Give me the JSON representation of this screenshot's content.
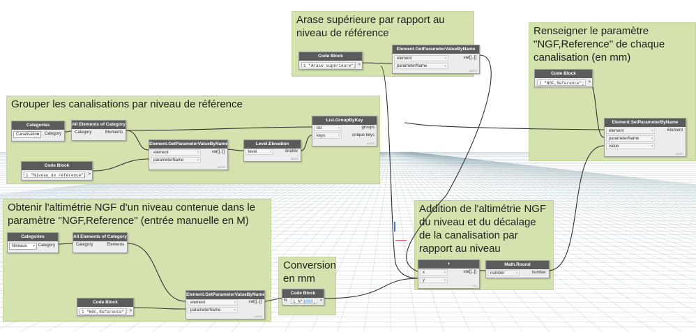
{
  "groups": {
    "arase": "Arase supérieure par rapport au niveau de référence",
    "renseigner": "Renseigner le paramètre \"NGF,Reference\" de chaque canalisation (en mm)",
    "grouper": "Grouper les canalisations par niveau de référence",
    "obtenir": "Obtenir l'altimétrie NGF d'un niveau contenue dans le paramètre \"NGF,Reference\" (entrée manuelle en M)",
    "conversion": "Conversion en mm",
    "addition": "Addition de l'altimétrie NGF du niveau et du décalage de la canalisation par rapport au niveau"
  },
  "nodes": {
    "code_block_arase": {
      "title": "Code Block",
      "line_no": "1",
      "code": "\"Arase supérieure\";",
      "port_out": ">"
    },
    "getparam_arase": {
      "title": "Element.GetParameterValueByName",
      "in1": "element",
      "in2": "parameterName",
      "out": "var[]..[]",
      "auto": "AUTO"
    },
    "code_block_ngf_top": {
      "title": "Code Block",
      "line_no": "1",
      "code": "\"NGF,Reference\";",
      "port_out": ">"
    },
    "setparam": {
      "title": "Element.SetParameterByName",
      "in1": "element",
      "in2": "parameterName",
      "in3": "value",
      "out": "Element",
      "auto": "AUTO"
    },
    "categories_canal": {
      "title": "Categories",
      "dropdown": "Canalisation",
      "out": "Category"
    },
    "all_elements_canal": {
      "title": "All Elements of Category",
      "in1": "Category",
      "out": "Elements"
    },
    "groupbykey": {
      "title": "List.GroupByKey",
      "in1": "list",
      "in2": "keys",
      "out1": "groups",
      "out2": "unique keys",
      "auto": "AUTO"
    },
    "getparam_niveau": {
      "title": "Element.GetParameterValueByName",
      "in1": "element",
      "in2": "parameterName",
      "out": "var[]..[]",
      "auto": "AUTO"
    },
    "level_elevation": {
      "title": "Level.Elevation",
      "in1": "level",
      "out": "double",
      "auto": "AUTO"
    },
    "code_block_niveau": {
      "title": "Code Block",
      "line_no": "1",
      "code": "\"Niveau de référence\";",
      "port_out": ">"
    },
    "categories_niveaux": {
      "title": "Categories",
      "dropdown": "Niveaux",
      "out": "Category"
    },
    "all_elements_niveaux": {
      "title": "All Elements of Category",
      "in1": "Category",
      "out": "Elements"
    },
    "code_block_ngf_bottom": {
      "title": "Code Block",
      "line_no": "1",
      "code": "\"NGF,Reference\";",
      "port_out": ">"
    },
    "getparam_ngf": {
      "title": "Element.GetParameterValueByName",
      "in1": "element",
      "in2": "parameterName",
      "out": "var[]..[]",
      "auto": "AUTO"
    },
    "code_block_conv": {
      "title": "Code Block",
      "in1": "N",
      "line_no": "1",
      "code_prefix": "N*",
      "code_num": "1000",
      "code_suffix": ";",
      "port_out": ">"
    },
    "plus": {
      "title": "+",
      "in1": "x",
      "in2": "y",
      "out": "var[]..[]",
      "auto": "L11"
    },
    "math_round": {
      "title": "Math.Round",
      "in1": "number",
      "out": "number"
    }
  }
}
